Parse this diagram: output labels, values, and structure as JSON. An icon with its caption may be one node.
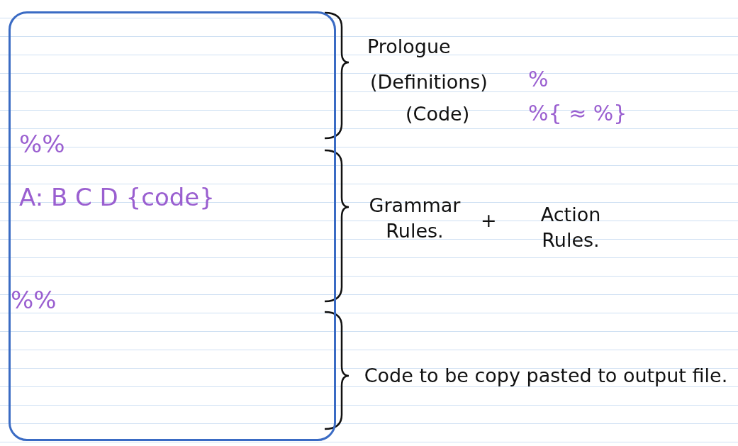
{
  "diagram": {
    "nodes": [
      {
        "text": [
          "%%",
          "A: B C D {code}",
          "%%"
        ]
      }
    ],
    "edges": [],
    "labels": [
      "Prologue",
      "(Definitions)",
      "%",
      "(Code)",
      "%{ ≈ %}",
      "Grammar Rules.",
      "+",
      "Action Rules.",
      "Code to be copy pasted to output file."
    ]
  }
}
